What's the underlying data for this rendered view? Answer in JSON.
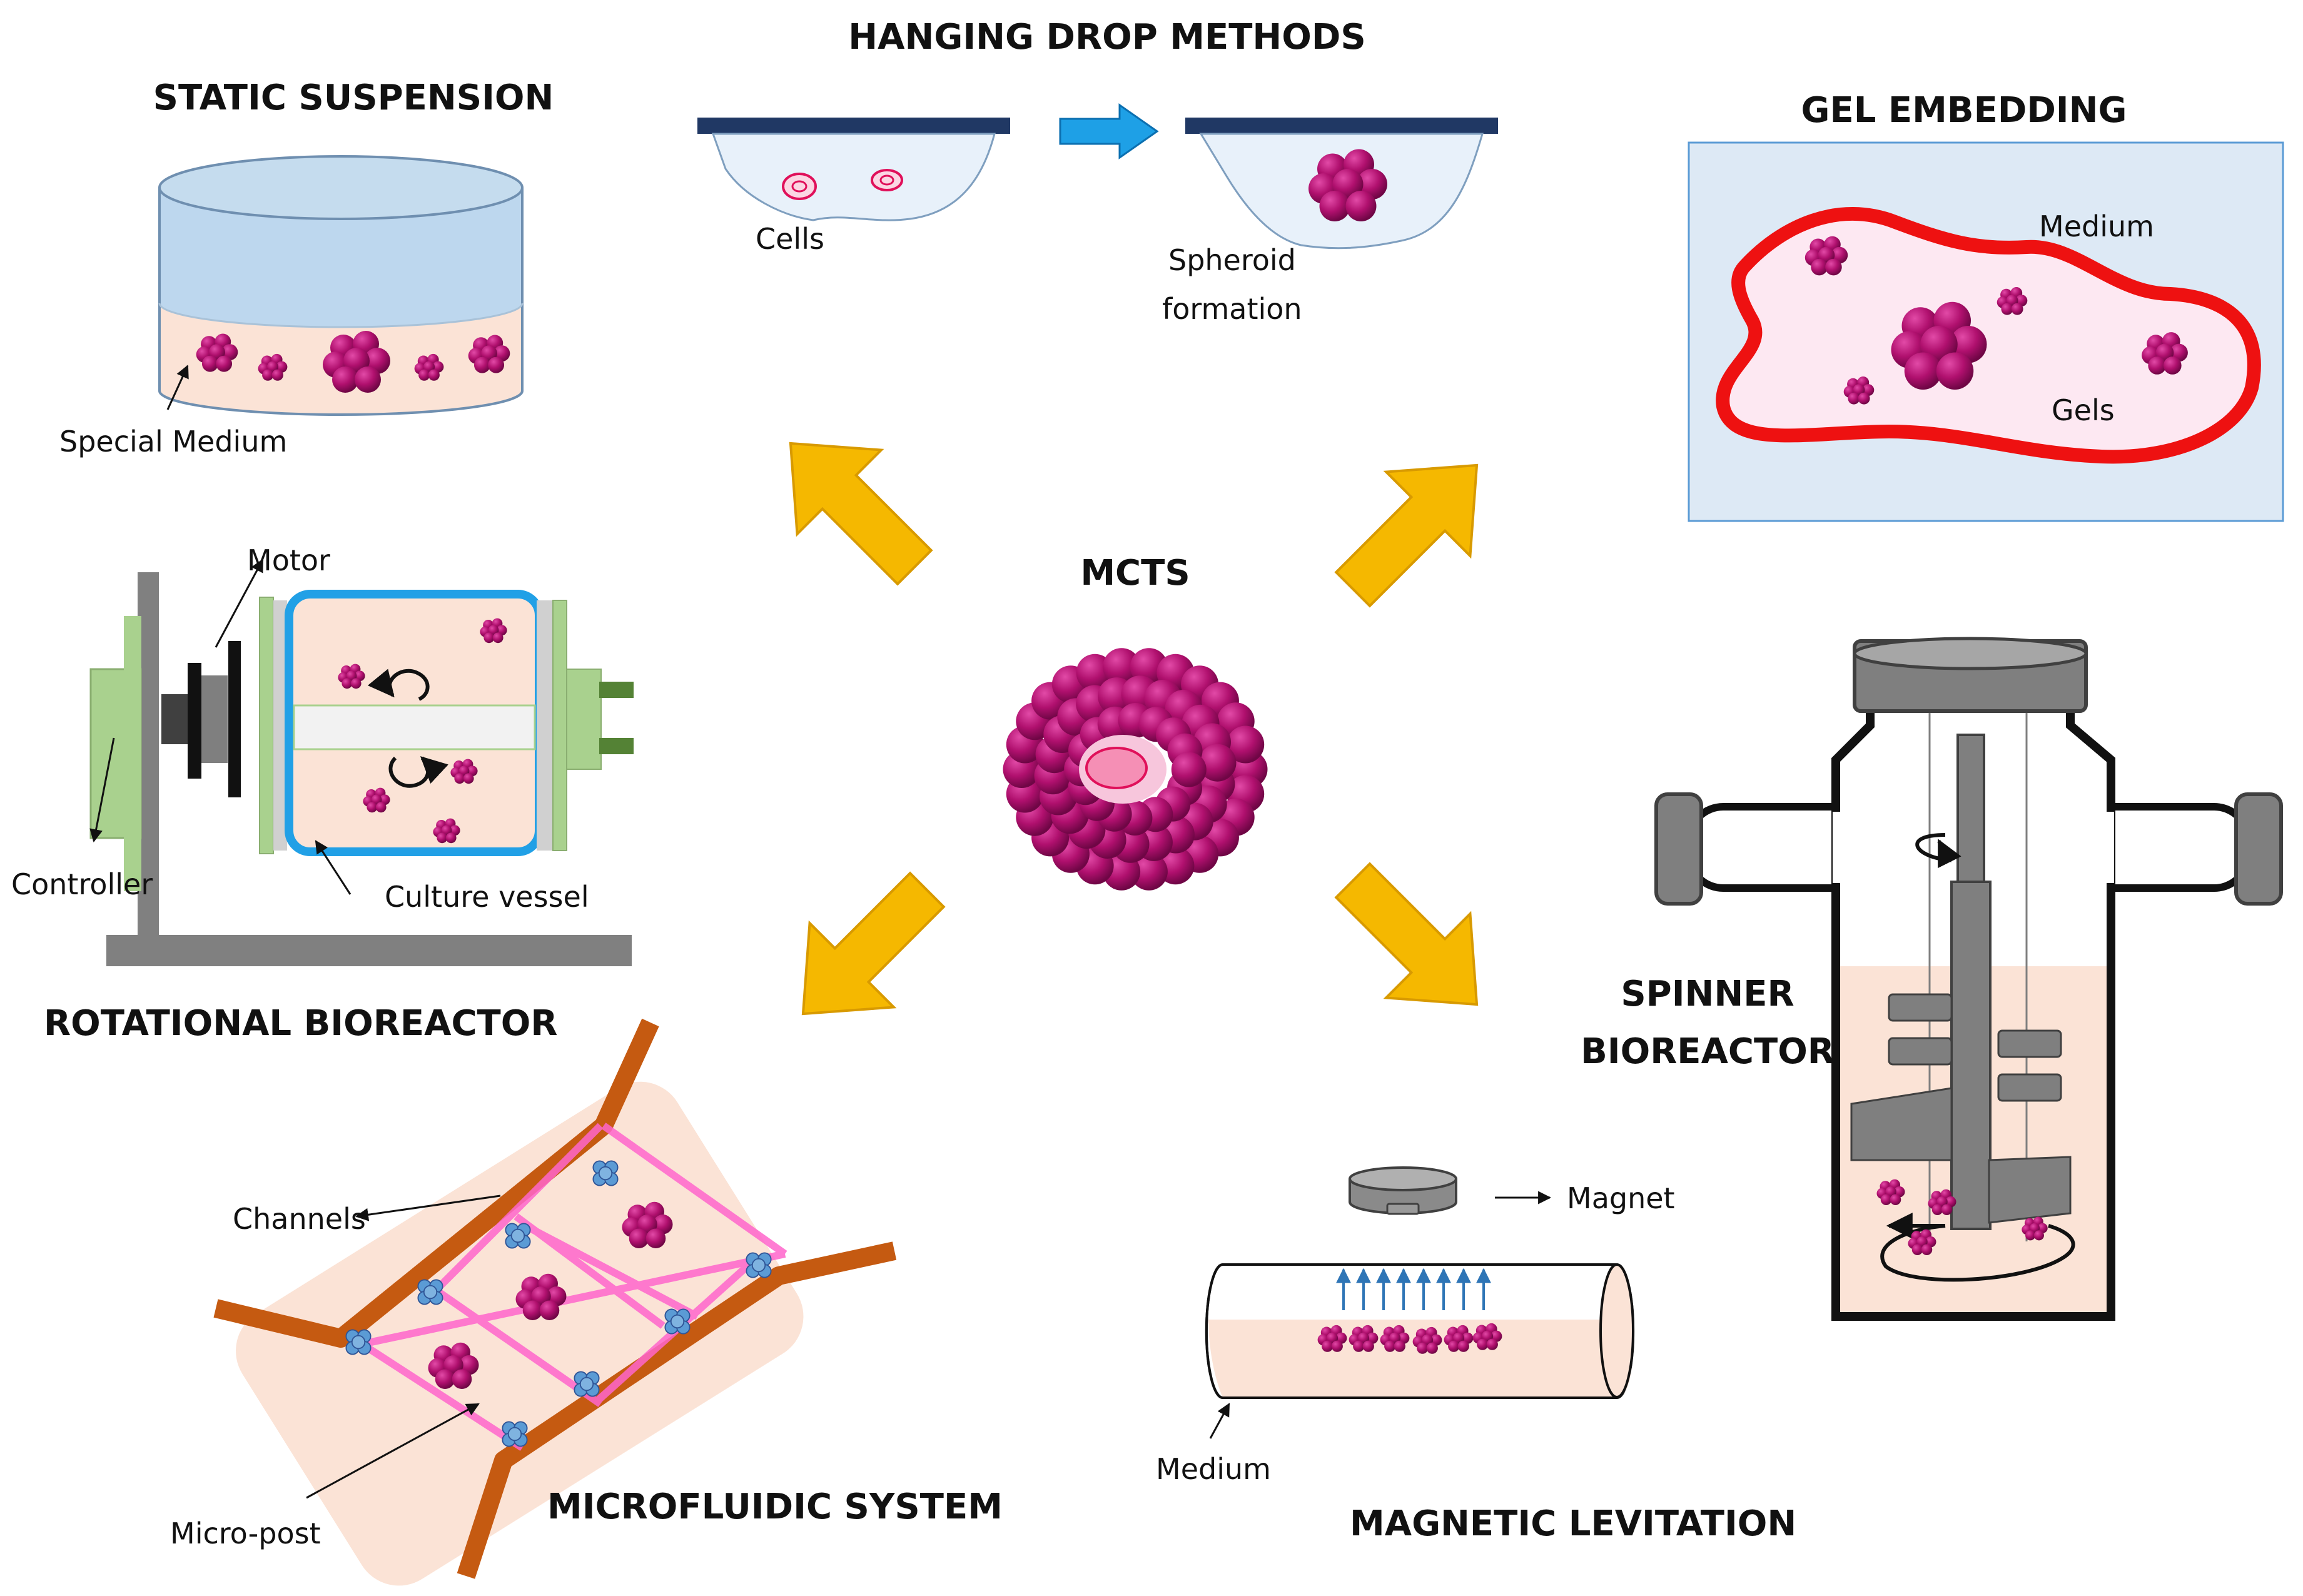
{
  "center": {
    "title": "MCTS"
  },
  "methods": {
    "static_suspension": {
      "title": "STATIC SUSPENSION",
      "medium_label": "Special Medium"
    },
    "hanging_drop": {
      "title": "HANGING DROP METHODS",
      "cells_label": "Cells",
      "spheroid_label_line1": "Spheroid",
      "spheroid_label_line2": "formation"
    },
    "gel_embedding": {
      "title": "GEL EMBEDDING",
      "medium_label": "Medium",
      "gels_label": "Gels"
    },
    "rotational_bioreactor": {
      "title": "ROTATIONAL BIOREACTOR",
      "motor_label": "Motor",
      "controller_label": "Controller",
      "vessel_label": "Culture vessel"
    },
    "spinner_bioreactor": {
      "title_line1": "SPINNER",
      "title_line2": "BIOREACTOR"
    },
    "microfluidic": {
      "title": "MICROFLUIDIC SYSTEM",
      "channels_label": "Channels",
      "micropost_label": "Micro-post"
    },
    "magnetic_levitation": {
      "title": "MAGNETIC LEVITATION",
      "magnet_label": "Magnet",
      "medium_label": "Medium"
    }
  },
  "colors": {
    "spheroid": "#b0106e",
    "medium": "#fbe3d6",
    "liquid_blue": "#c5dcee",
    "arrow_yellow": "#f5b800",
    "channel_brown": "#c55a11",
    "gel_red": "#ee1111",
    "vessel_blue": "#21a0e6",
    "controller_green": "#a9d18e"
  }
}
